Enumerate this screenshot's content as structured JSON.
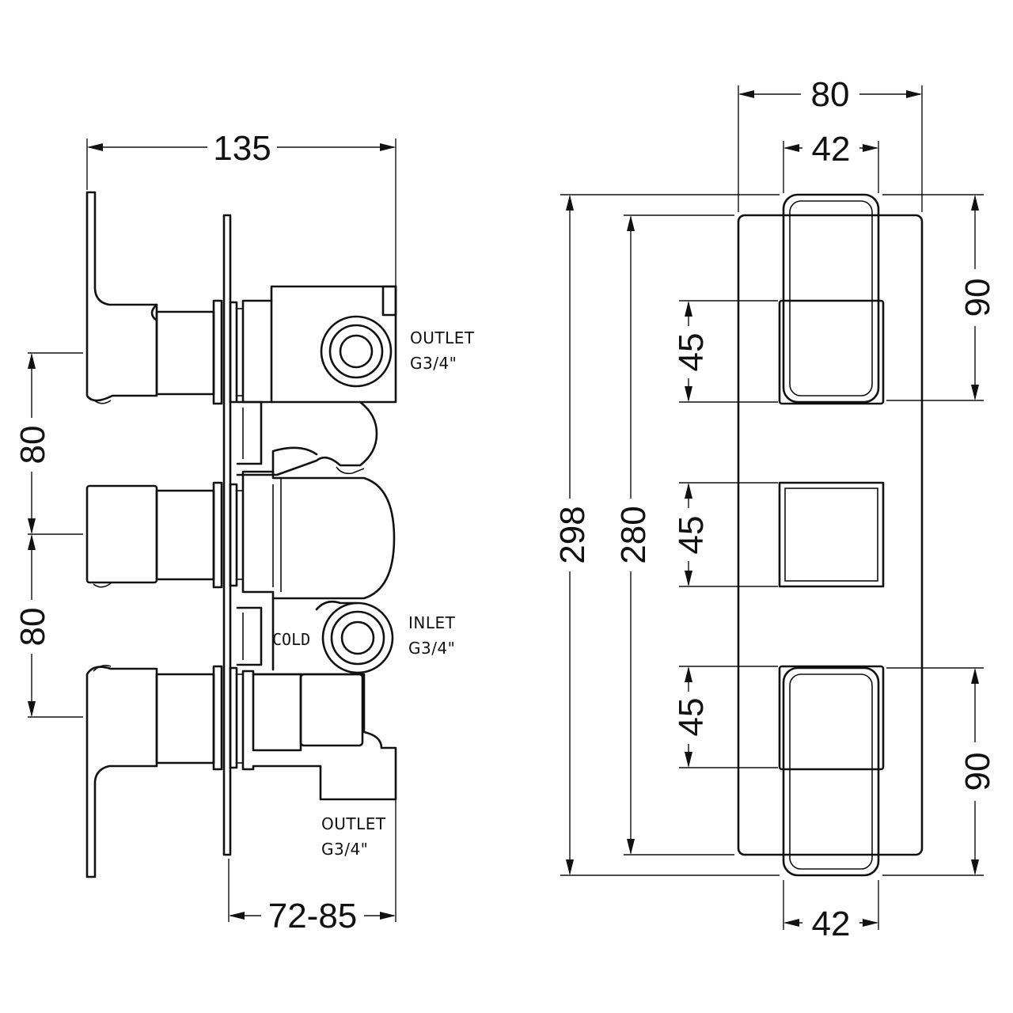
{
  "side_view": {
    "dims": {
      "overall_depth": "135",
      "spacing_upper": "80",
      "spacing_lower": "80",
      "wall_depth": "72-85"
    },
    "labels": {
      "outlet_top": [
        "OUTLET",
        "G3/4\""
      ],
      "inlet": [
        "INLET",
        "G3/4\""
      ],
      "cold": "COLD",
      "outlet_bottom": [
        "OUTLET",
        "G3/4\""
      ]
    }
  },
  "front_view": {
    "dims": {
      "plate_width": "80",
      "handle_width_top": "42",
      "handle_width_bottom": "42",
      "overall_height": "298",
      "plate_height": "280",
      "top_handle_half": "45",
      "middle_knob": "45",
      "bottom_handle_half": "45",
      "top_handle_height": "90",
      "bottom_handle_height": "90"
    }
  }
}
